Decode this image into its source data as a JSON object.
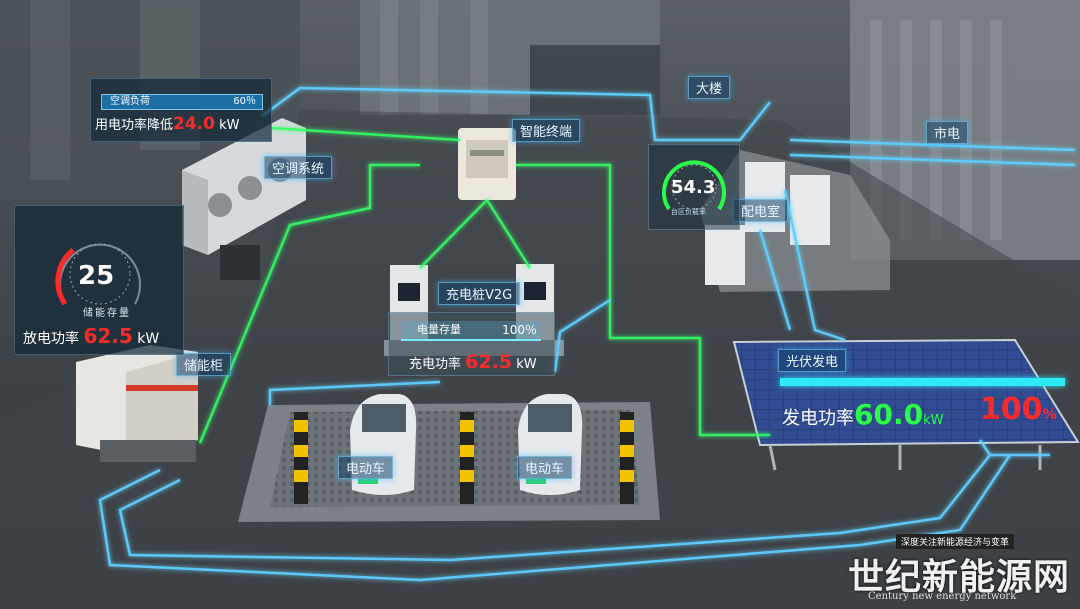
{
  "labels": {
    "ac_system": "空调系统",
    "smart_terminal": "智能终端",
    "building": "大楼",
    "grid": "市电",
    "distribution_room": "配电室",
    "storage_cabinet": "储能柜",
    "v2g_pile": "充电桩V2G",
    "pv": "光伏发电",
    "ev_left": "电动车",
    "ev_right": "电动车"
  },
  "ac_panel": {
    "load_label": "空调负荷",
    "load_percent": "60％",
    "load_fraction": 0.6,
    "reduce_label": "用电功率降低",
    "reduce_value": "24.0",
    "unit": "kW"
  },
  "storage_panel": {
    "soc_value": "25",
    "soc_label": "储能存量",
    "power_label": "放电功率",
    "power_value": "62.5",
    "unit": "kW"
  },
  "substation_panel": {
    "load_value": "54.3",
    "load_label": "台区负载率"
  },
  "v2g_panel": {
    "storage_label": "电量存量",
    "storage_percent": "100％",
    "power_label": "充电功率",
    "power_value": "62.5",
    "unit": "kW"
  },
  "pv_panel": {
    "power_label": "发电功率",
    "power_value": "60.0",
    "unit": "kW",
    "percent_value": "100",
    "percent_symbol": "%"
  },
  "watermark": {
    "subtitle": "深度关注新能源经济与变革",
    "title": "世纪新能源网",
    "english": "Century new energy network"
  },
  "colors": {
    "flow_blue": "#5fd0ff",
    "flow_green": "#33ff66",
    "value_red": "#ff2b2b",
    "value_green": "#2aff4a"
  }
}
